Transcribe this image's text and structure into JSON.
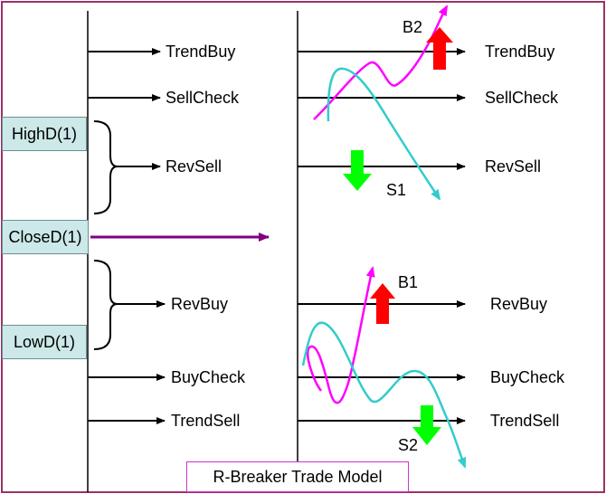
{
  "title": "R-Breaker Trade Model",
  "reference_boxes": {
    "high": "HighD(1)",
    "close": "CloseD(1)",
    "low": "LowD(1)"
  },
  "levels": {
    "trend_buy": "TrendBuy",
    "sell_check": "SellCheck",
    "rev_sell": "RevSell",
    "rev_buy": "RevBuy",
    "buy_check": "BuyCheck",
    "trend_sell": "TrendSell"
  },
  "signals": {
    "b2": "B2",
    "s1": "S1",
    "b1": "B1",
    "s2": "S2"
  },
  "colors": {
    "border": "#993366",
    "box_fill": "#cce8e8",
    "close_line": "#800080",
    "magenta": "#ff00ff",
    "cyan": "#33cccc",
    "buy_arrow": "#ff0000",
    "sell_arrow": "#00ff00",
    "title_border": "#cc33cc"
  }
}
